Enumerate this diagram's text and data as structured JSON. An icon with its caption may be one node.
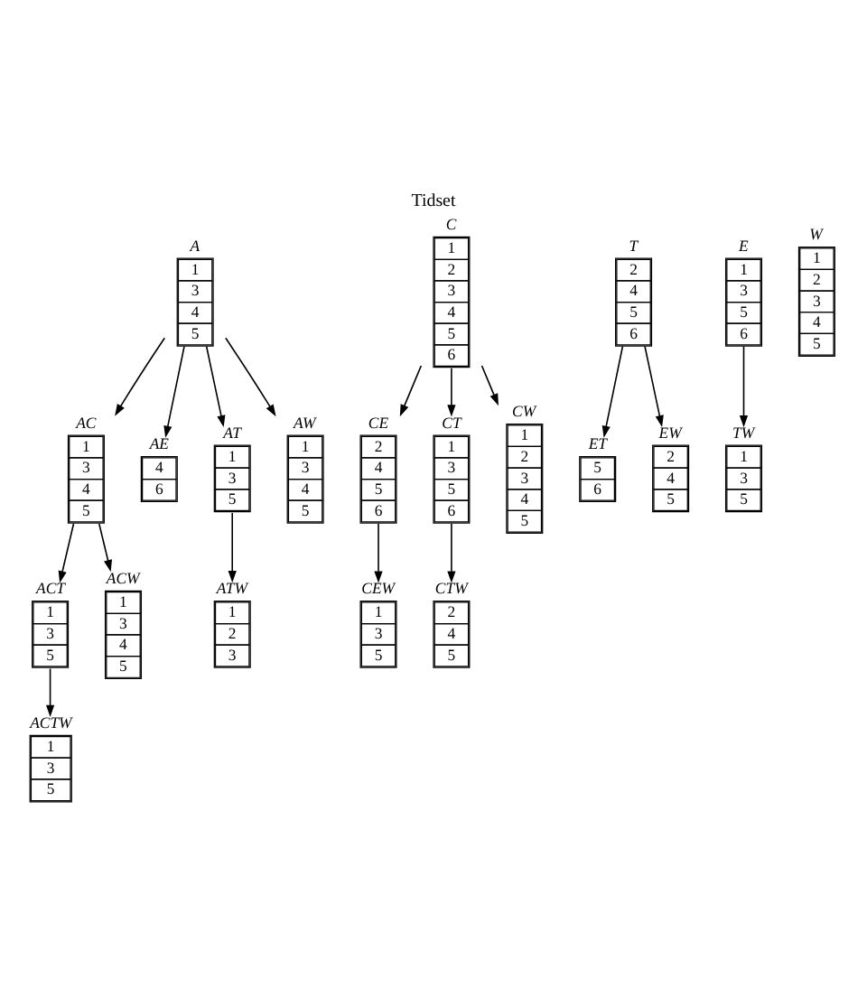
{
  "diagram": {
    "title": "Tidset",
    "nodes": [
      {
        "text": [
          "A",
          "1",
          "3",
          "4",
          "5"
        ]
      },
      {
        "text": [
          "C",
          "1",
          "2",
          "3",
          "4",
          "5",
          "6"
        ]
      },
      {
        "text": [
          "T",
          "2",
          "4",
          "5",
          "6"
        ]
      },
      {
        "text": [
          "E",
          "1",
          "3",
          "5",
          "6"
        ]
      },
      {
        "text": [
          "W",
          "1",
          "2",
          "3",
          "4",
          "5"
        ]
      },
      {
        "text": [
          "AC",
          "1",
          "3",
          "4",
          "5"
        ]
      },
      {
        "text": [
          "AE",
          "4",
          "6"
        ]
      },
      {
        "text": [
          "AT",
          "1",
          "3",
          "5"
        ]
      },
      {
        "text": [
          "AW",
          "1",
          "3",
          "4",
          "5"
        ]
      },
      {
        "text": [
          "CE",
          "2",
          "4",
          "5",
          "6"
        ]
      },
      {
        "text": [
          "CT",
          "1",
          "3",
          "5",
          "6"
        ]
      },
      {
        "text": [
          "CW",
          "1",
          "2",
          "3",
          "4",
          "5"
        ]
      },
      {
        "text": [
          "ET",
          "5",
          "6"
        ]
      },
      {
        "text": [
          "EW",
          "2",
          "4",
          "5"
        ]
      },
      {
        "text": [
          "TW",
          "1",
          "3",
          "5"
        ]
      },
      {
        "text": [
          "ACT",
          "1",
          "3",
          "5"
        ]
      },
      {
        "text": [
          "ACW",
          "1",
          "3",
          "4",
          "5"
        ]
      },
      {
        "text": [
          "ATW",
          "1",
          "2",
          "3"
        ]
      },
      {
        "text": [
          "CEW",
          "1",
          "3",
          "5"
        ]
      },
      {
        "text": [
          "CTW",
          "2",
          "4",
          "5"
        ]
      },
      {
        "text": [
          "ACTW",
          "1",
          "3",
          "5"
        ]
      }
    ],
    "edges": [
      {
        "from": 0,
        "to": 5,
        "arrow": "to"
      },
      {
        "from": 0,
        "to": 6,
        "arrow": "to"
      },
      {
        "from": 0,
        "to": 7,
        "arrow": "to"
      },
      {
        "from": 0,
        "to": 8,
        "arrow": "to"
      },
      {
        "from": 1,
        "to": 9,
        "arrow": "to"
      },
      {
        "from": 1,
        "to": 10,
        "arrow": "to"
      },
      {
        "from": 1,
        "to": 11,
        "arrow": "to"
      },
      {
        "from": 2,
        "to": 12,
        "arrow": "to"
      },
      {
        "from": 2,
        "to": 13,
        "arrow": "to"
      },
      {
        "from": 3,
        "to": 14,
        "arrow": "to"
      },
      {
        "from": 5,
        "to": 15,
        "arrow": "to"
      },
      {
        "from": 5,
        "to": 16,
        "arrow": "to"
      },
      {
        "from": 7,
        "to": 17,
        "arrow": "to"
      },
      {
        "from": 9,
        "to": 18,
        "arrow": "to"
      },
      {
        "from": 10,
        "to": 19,
        "arrow": "to"
      },
      {
        "from": 15,
        "to": 20,
        "arrow": "to"
      }
    ]
  }
}
